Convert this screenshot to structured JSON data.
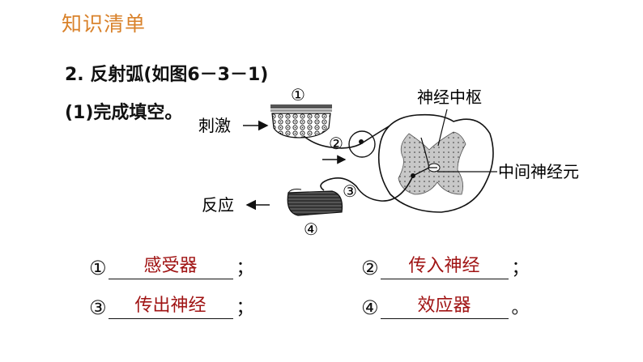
{
  "header": {
    "title": "知识清单"
  },
  "question": {
    "title": "2. 反射弧(如图6－3－1)",
    "subtitle": "(1)完成填空。"
  },
  "diagram": {
    "labels": {
      "circle_1": "①",
      "circle_2": "②",
      "circle_3": "③",
      "circle_4": "④",
      "stimulus": "刺激",
      "response": "反应",
      "center": "神经中枢",
      "interneuron": "中间神经元"
    }
  },
  "answers": [
    {
      "num": "①",
      "text": "感受器",
      "punct": "；"
    },
    {
      "num": "②",
      "text": "传入神经",
      "punct": "；"
    },
    {
      "num": "③",
      "text": "传出神经",
      "punct": "；"
    },
    {
      "num": "④",
      "text": "效应器",
      "punct": "。"
    }
  ],
  "colors": {
    "header": "#d9822b",
    "answer": "#a01414"
  }
}
